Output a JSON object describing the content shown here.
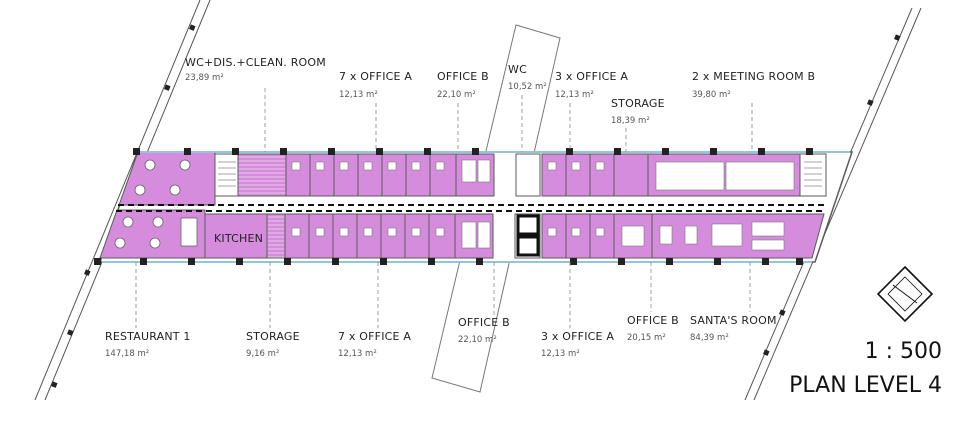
{
  "colors": {
    "room_fill": "#d58cdc",
    "wall": "#5a5a5a",
    "glass": "#88d0ee",
    "corridor_dash": "#111111",
    "leader": "#888888"
  },
  "rooms_top": [
    {
      "name": "WC+DIS.+CLEAN. ROOM",
      "area": "23,89 m²"
    },
    {
      "name": "7 x OFFICE A",
      "area": "12,13 m²"
    },
    {
      "name": "OFFICE B",
      "area": "22,10 m²"
    },
    {
      "name": "WC",
      "area": "10,52 m²"
    },
    {
      "name": "3 x OFFICE A",
      "area": "12,13 m²"
    },
    {
      "name": "STORAGE",
      "area": "18,39 m²"
    },
    {
      "name": "2 x MEETING ROOM B",
      "area": "39,80 m²"
    }
  ],
  "rooms_bottom": [
    {
      "name": "RESTAURANT 1",
      "area": "147,18 m²"
    },
    {
      "name": "STORAGE",
      "area": "9,16 m²"
    },
    {
      "name": "7 x OFFICE A",
      "area": "12,13 m²"
    },
    {
      "name": "OFFICE B",
      "area": "22,10 m²"
    },
    {
      "name": "3 x OFFICE A",
      "area": "12,13 m²"
    },
    {
      "name": "OFFICE B",
      "area": "20,15 m²"
    },
    {
      "name": "SANTA'S ROOM",
      "area": "84,39 m²"
    }
  ],
  "inline_labels": {
    "kitchen": "KITCHEN"
  },
  "title": {
    "scale": "1 : 500",
    "plan": "PLAN LEVEL 4"
  }
}
